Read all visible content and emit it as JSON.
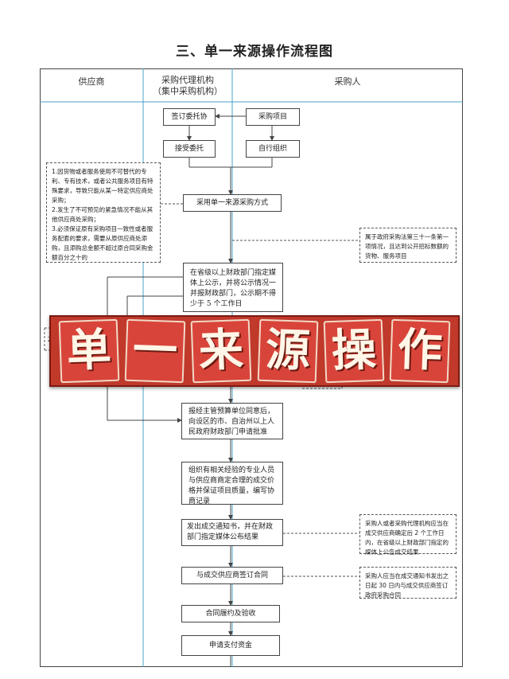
{
  "title": "三、单一来源操作流程图",
  "columns": {
    "supplier": "供应商",
    "agency_line1": "采购代理机构",
    "agency_line2": "（集中采购机构）",
    "purchaser": "采购人"
  },
  "steps": {
    "sign_entrust": "签订委托协",
    "purchase_project": "采购项目",
    "accept_entrust": "接受委托",
    "self_organize": "自行组织",
    "adopt_method": "采用单一来源采购方式",
    "publicize": "在省级以上财政部门指定媒体上公示，并将公示情况一并报财政部门，公示期不得少于 5 个工作日",
    "apply_approval": "报经主管预算单位同意后，向设区的市、自治州以上人民政府财政部门申请批准",
    "organize_negotiation": "组织有相关经验的专业人员与供应商商定合理的成交价格并保证项目质量，编写协商记录",
    "issue_notice": "发出成交通知书，并在财政部门指定媒体公布结果",
    "sign_contract": "与成交供应商签订合同",
    "perform_accept": "合同履约及验收",
    "apply_payment": "申请支付资金"
  },
  "notes": {
    "conditions": [
      "1.因货物或者服务使用不可替代的专利、专有技术，或者公共服务项目有特殊要求，导致只能从某一特定供应商处采购；",
      "2.发生了不可预见的紧急情况不能从其他供应商处采购；",
      "3.必须保证原有采购项目一致性或者服务配套的要求，需要从原供应商处添购，且添购总金额不超过原合同采购金额百分之十的"
    ],
    "scope": "属于政府采购法第三十一条第一项情况，且达到公开招标数额的货物、服务项目",
    "result_notice": "采购人或者采购代理机构应当在成交供应商确定后 2 个工作日内，在省级以上财政部门指定的媒体上公告成交结果",
    "contract_notice": "采购人应当在成交通知书发出之日起 30 日内与成交供应商签订政府采购合同",
    "left_fragment": "2"
  },
  "banner": [
    "单",
    "一",
    "来",
    "源",
    "操",
    "作"
  ]
}
